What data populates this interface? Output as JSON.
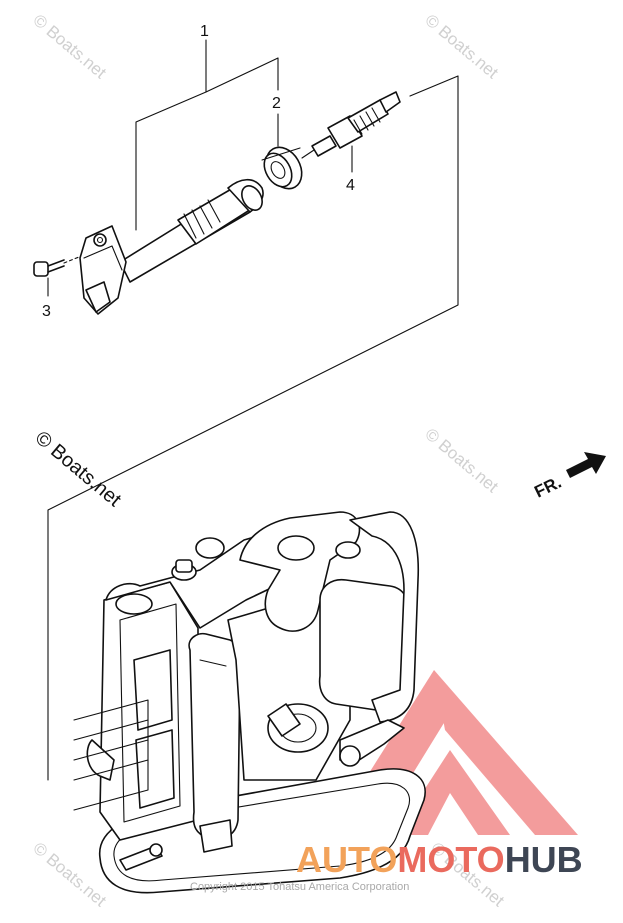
{
  "callouts": [
    {
      "id": "1",
      "label": "1"
    },
    {
      "id": "2",
      "label": "2"
    },
    {
      "id": "3",
      "label": "3"
    },
    {
      "id": "4",
      "label": "4"
    }
  ],
  "direction_label": "FR.",
  "watermark": {
    "main": "© Boats.net",
    "faint": "© Boats.net"
  },
  "copyright": "Copyright 2015 Tohatsu America Corporation",
  "brand": {
    "part1": "AUTO",
    "part2": "MOTO",
    "part3": "HUB",
    "colors": {
      "auto": "#f2a25a",
      "moto": "#ea6a5e",
      "hub": "#3e4654",
      "logo": "#f07c7c"
    }
  }
}
